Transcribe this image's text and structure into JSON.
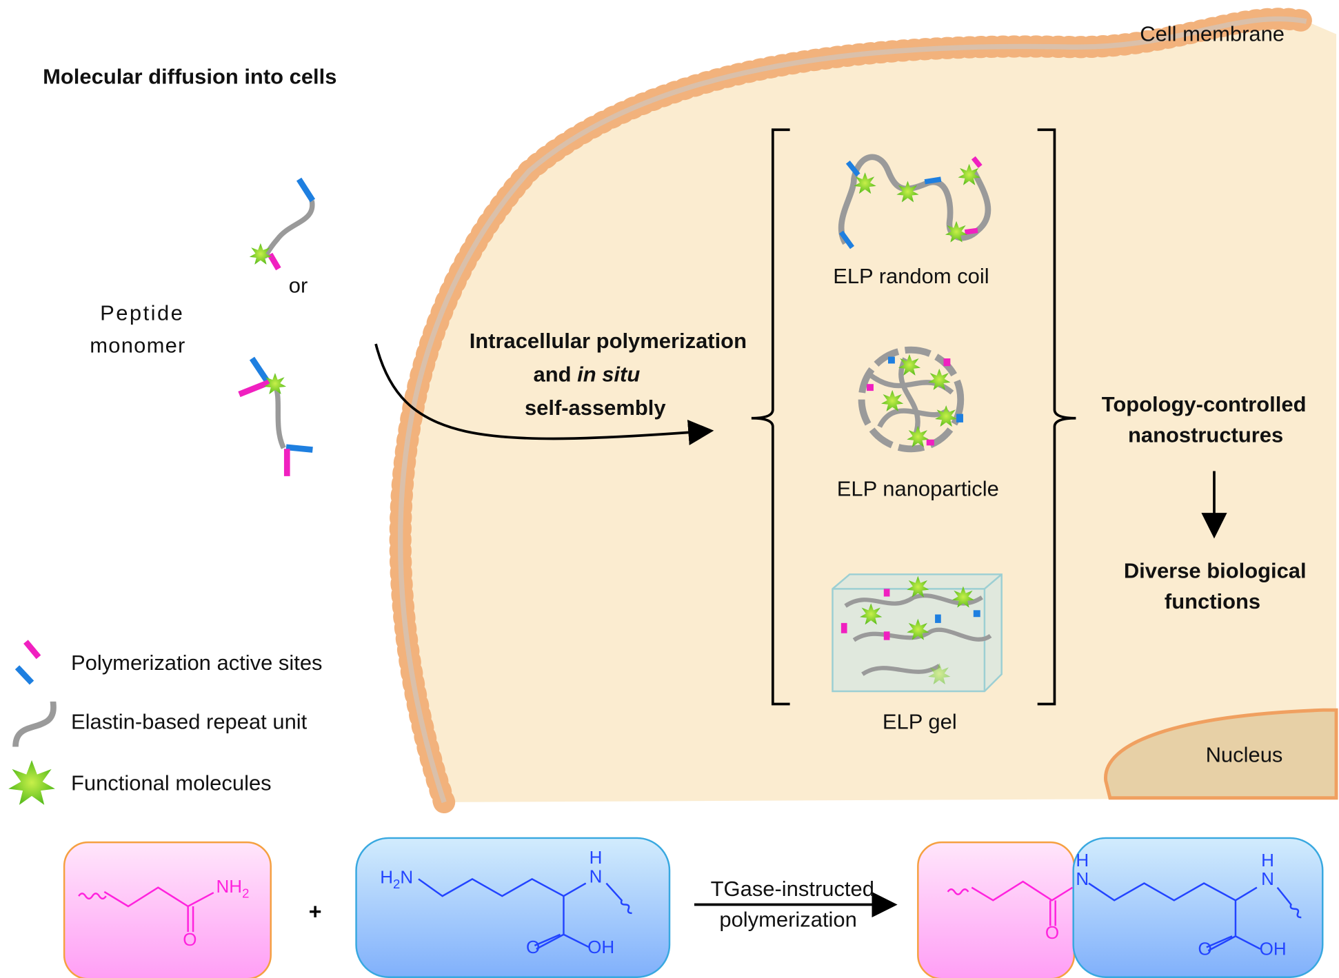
{
  "title": "Molecular diffusion into cells",
  "membrane_label": "Cell membrane",
  "nucleus_label": "Nucleus",
  "monomer": {
    "label_line1": "Peptide",
    "label_line2": "monomer",
    "or": "or"
  },
  "process": {
    "line1": "Intracellular polymerization",
    "line2_prefix": "and ",
    "line2_italic": "in situ",
    "line3": "self-assembly"
  },
  "structures": [
    {
      "label": "ELP random coil"
    },
    {
      "label": "ELP nanoparticle"
    },
    {
      "label": "ELP gel"
    }
  ],
  "outcome": {
    "line1": "Topology-controlled",
    "line2": "nanostructures",
    "line3": "Diverse biological",
    "line4": "functions"
  },
  "legend": [
    {
      "icon": "active-sites-icon",
      "label": "Polymerization active sites"
    },
    {
      "icon": "repeat-unit-icon",
      "label": "Elastin-based repeat unit"
    },
    {
      "icon": "functional-molecule-icon",
      "label": "Functional molecules"
    }
  ],
  "reaction": {
    "plus": "+",
    "arrow_line1": "TGase-instructed",
    "arrow_line2": "polymerization",
    "gln": {
      "nh2": "NH",
      "sub2": "2",
      "o": "O"
    },
    "lys": {
      "h2n": "H",
      "sub2": "2",
      "n": "N",
      "h": "H",
      "o": "O",
      "oh": "OH"
    }
  },
  "colors": {
    "pink": "#ff22dd",
    "blue": "#2244ff",
    "cell": "#fbecd0",
    "membrane": "#f0b07a",
    "green": "#7ad12a"
  }
}
